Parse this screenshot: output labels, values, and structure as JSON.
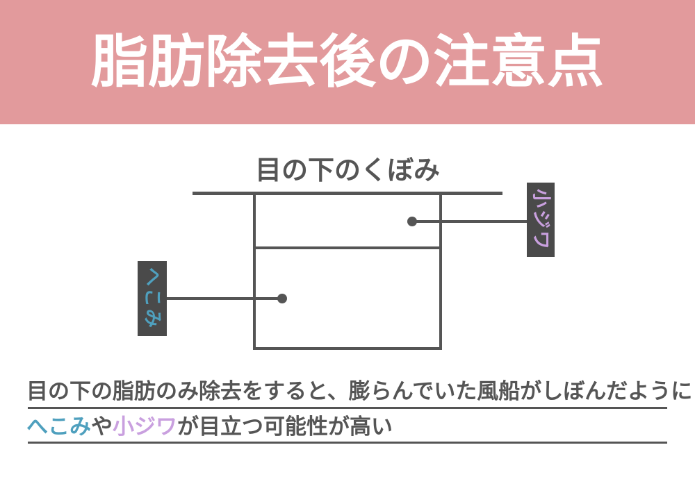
{
  "header": {
    "title": "脂肪除去後の注意点",
    "background_color": "#e29a9c",
    "text_color": "#ffffff"
  },
  "diagram": {
    "title": "目の下のくぼみ",
    "line_color": "#555555",
    "callout_box_color": "#4a4a4a",
    "callouts": [
      {
        "id": "kojiwa",
        "label": "小ジワ",
        "text_color": "#c9a0df",
        "side": "right"
      },
      {
        "id": "hekomi",
        "label": "へこみ",
        "text_color": "#4fa0be",
        "side": "left"
      }
    ]
  },
  "caption": {
    "text_color": "#555555",
    "line1": "目の下の脂肪のみ除去をすると、膨らんでいた風船がしぼんだように",
    "line2_segments": [
      {
        "text": "へこみ",
        "color": "#4fa0be"
      },
      {
        "text": "や",
        "color": "#555555"
      },
      {
        "text": "小ジワ",
        "color": "#c9a0df"
      },
      {
        "text": "が目立つ可能性が高い",
        "color": "#555555"
      }
    ]
  }
}
